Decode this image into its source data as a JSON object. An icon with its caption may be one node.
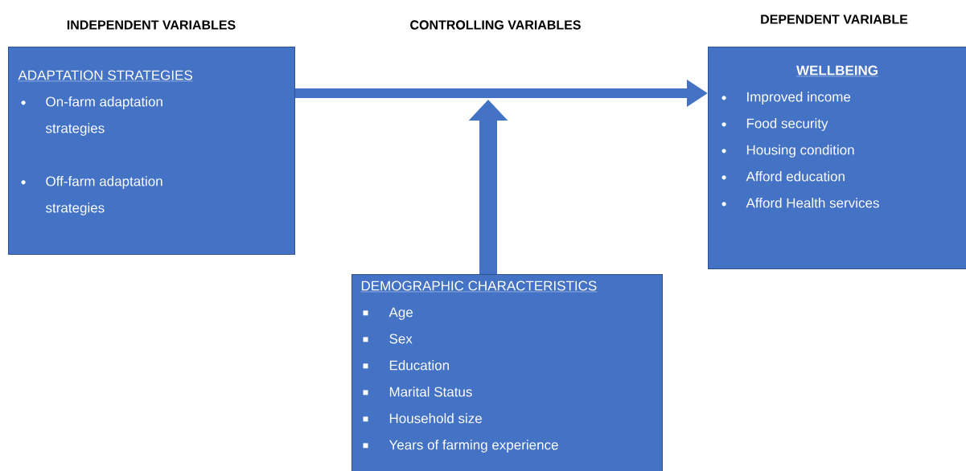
{
  "diagram": {
    "nodes": [
      {
        "text": [
          "ADAPTATION STRATEGIES",
          "On-farm adaptation strategies",
          "Off-farm adaptation strategies"
        ]
      },
      {
        "text": [
          "WELLBEING",
          "Improved income",
          "Food security",
          "Housing condition",
          "Afford education",
          "Afford Health services"
        ]
      },
      {
        "text": [
          "DEMOGRAPHIC CHARACTERISTICS",
          "Age",
          "Sex",
          "Education",
          "Marital Status",
          "Household size",
          "Years of farming experience"
        ]
      }
    ],
    "edges": [
      {
        "from": 0,
        "to": 1,
        "arrow": "to"
      },
      {
        "from": 2,
        "to": null,
        "arrow": "to",
        "style": "thick"
      }
    ],
    "labels": [
      "INDEPENDENT VARIABLES",
      "CONTROLLING VARIABLES",
      "DEPENDENT VARIABLE"
    ]
  }
}
